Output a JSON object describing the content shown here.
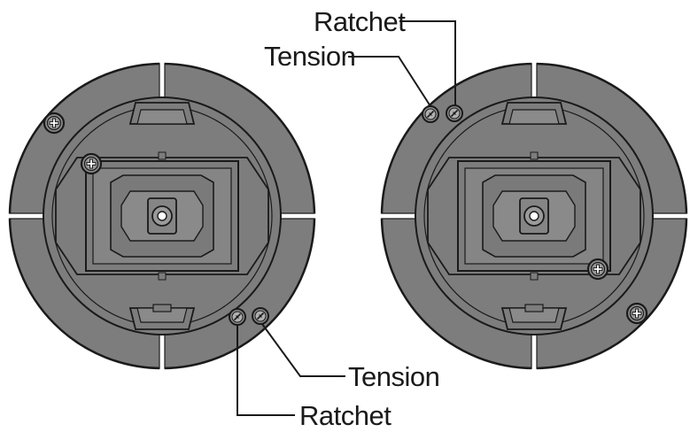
{
  "labels": {
    "right_ratchet": "Ratchet",
    "right_tension": "Tension",
    "left_tension": "Tension",
    "left_ratchet": "Ratchet"
  },
  "colors": {
    "body": "#7d7d7d",
    "body_dark": "#6a6a6a",
    "outline": "#1a1a1a",
    "screw": "#8a8a8a"
  },
  "icons": {
    "screw": "phillips-screw-icon"
  }
}
